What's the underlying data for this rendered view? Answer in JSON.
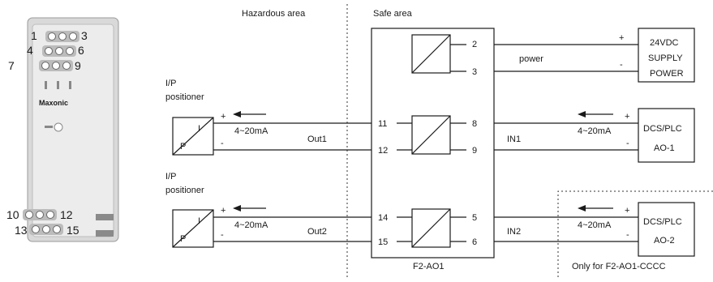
{
  "header_caption": "",
  "zones": {
    "hazardous": "Hazardous area",
    "safe": "Safe area",
    "only_for": "Only for F2-AO1-CCCC"
  },
  "device": {
    "name": "F2-AO1",
    "brand": "Maxonic",
    "top_terminals": [
      "1",
      "3",
      "4",
      "6",
      "7",
      "9"
    ],
    "bottom_terminals": [
      "10",
      "12",
      "13",
      "15"
    ]
  },
  "power": {
    "label": "power",
    "supply_lines": [
      "24VDC",
      "SUPPLY",
      "POWER"
    ],
    "terminals": [
      "2",
      "3"
    ],
    "plus": "+",
    "minus": "-"
  },
  "channels": [
    {
      "positioner_lines": [
        "I/P",
        "positioner"
      ],
      "block_I": "I",
      "block_P": "P",
      "current": "4~20mA",
      "out_label": "Out1",
      "haz_terminals": [
        "11",
        "12"
      ],
      "safe_terminals": [
        "8",
        "9"
      ],
      "in_label": "IN1",
      "safe_current": "4~20mA",
      "dcs_lines": [
        "DCS/PLC",
        "AO-1"
      ],
      "plus": "+",
      "minus": "-"
    },
    {
      "positioner_lines": [
        "I/P",
        "positioner"
      ],
      "block_I": "I",
      "block_P": "P",
      "current": "4~20mA",
      "out_label": "Out2",
      "haz_terminals": [
        "14",
        "15"
      ],
      "safe_terminals": [
        "5",
        "6"
      ],
      "in_label": "IN2",
      "safe_current": "4~20mA",
      "dcs_lines": [
        "DCS/PLC",
        "AO-2"
      ],
      "plus": "+",
      "minus": "-"
    }
  ]
}
